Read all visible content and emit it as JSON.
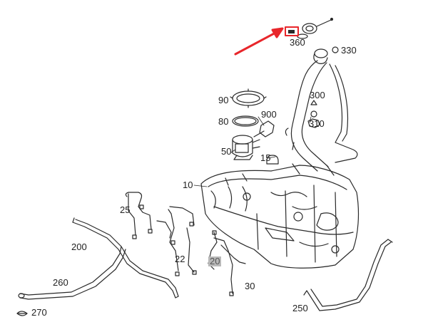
{
  "colors": {
    "line": "#2a2a2a",
    "highlight_box": "#e8262b",
    "arrow": "#e8262b",
    "label_text": "#222222",
    "label_highlight_bg": "#b9b9b9"
  },
  "parts": [
    {
      "id": "p360",
      "label": "360"
    },
    {
      "id": "p330",
      "label": "330"
    },
    {
      "id": "p90",
      "label": "90"
    },
    {
      "id": "p300",
      "label": "300"
    },
    {
      "id": "p80",
      "label": "80"
    },
    {
      "id": "p900",
      "label": "900"
    },
    {
      "id": "p310",
      "label": "310"
    },
    {
      "id": "p50",
      "label": "50"
    },
    {
      "id": "p15",
      "label": "15"
    },
    {
      "id": "p10",
      "label": "10"
    },
    {
      "id": "p25",
      "label": "25"
    },
    {
      "id": "p200",
      "label": "200"
    },
    {
      "id": "p22",
      "label": "22"
    },
    {
      "id": "p20",
      "label": "20",
      "highlighted": true
    },
    {
      "id": "p260",
      "label": "260"
    },
    {
      "id": "p30",
      "label": "30"
    },
    {
      "id": "p250",
      "label": "250"
    },
    {
      "id": "p270",
      "label": "270"
    }
  ]
}
